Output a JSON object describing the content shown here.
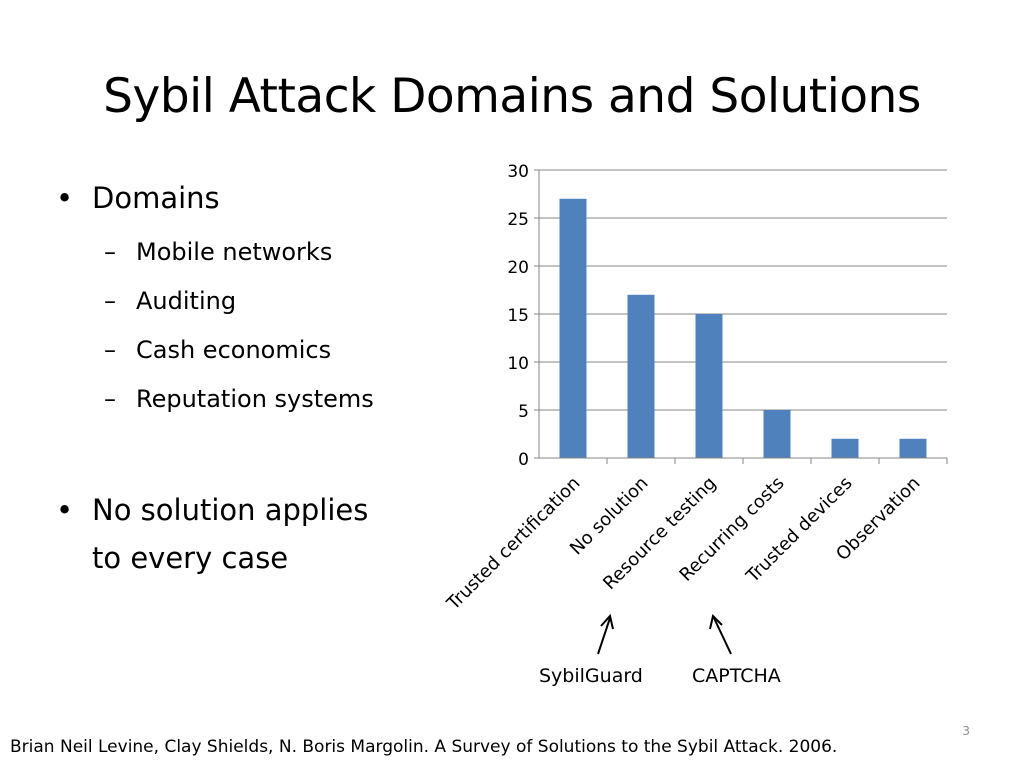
{
  "slide": {
    "title": "Sybil Attack Domains and Solutions",
    "slide_number": "3",
    "citation": "Brian Neil Levine, Clay Shields, N. Boris Margolin. A Survey of Solutions to the Sybil Attack. 2006."
  },
  "bullets": {
    "bullet_glyph": "•",
    "dash_glyph": "–",
    "domains": {
      "label": "Domains",
      "items": [
        "Mobile networks",
        "Auditing",
        "Cash economics",
        "Reputation systems"
      ]
    },
    "note_line1": "No solution applies",
    "note_line2": "to every case"
  },
  "annotations": {
    "sybilguard": "SybilGuard",
    "captcha": "CAPTCHA"
  },
  "chart_data": {
    "type": "bar",
    "categories": [
      "Trusted certification",
      "No solution",
      "Resource testing",
      "Recurring costs",
      "Trusted devices",
      "Observation"
    ],
    "values": [
      27,
      17,
      15,
      5,
      2,
      2
    ],
    "title": "",
    "xlabel": "",
    "ylabel": "",
    "ylim": [
      0,
      30
    ],
    "yticks": [
      0,
      5,
      10,
      15,
      20,
      25,
      30
    ],
    "grid": true,
    "legend": "none",
    "bar_color": "#4f81bd"
  }
}
